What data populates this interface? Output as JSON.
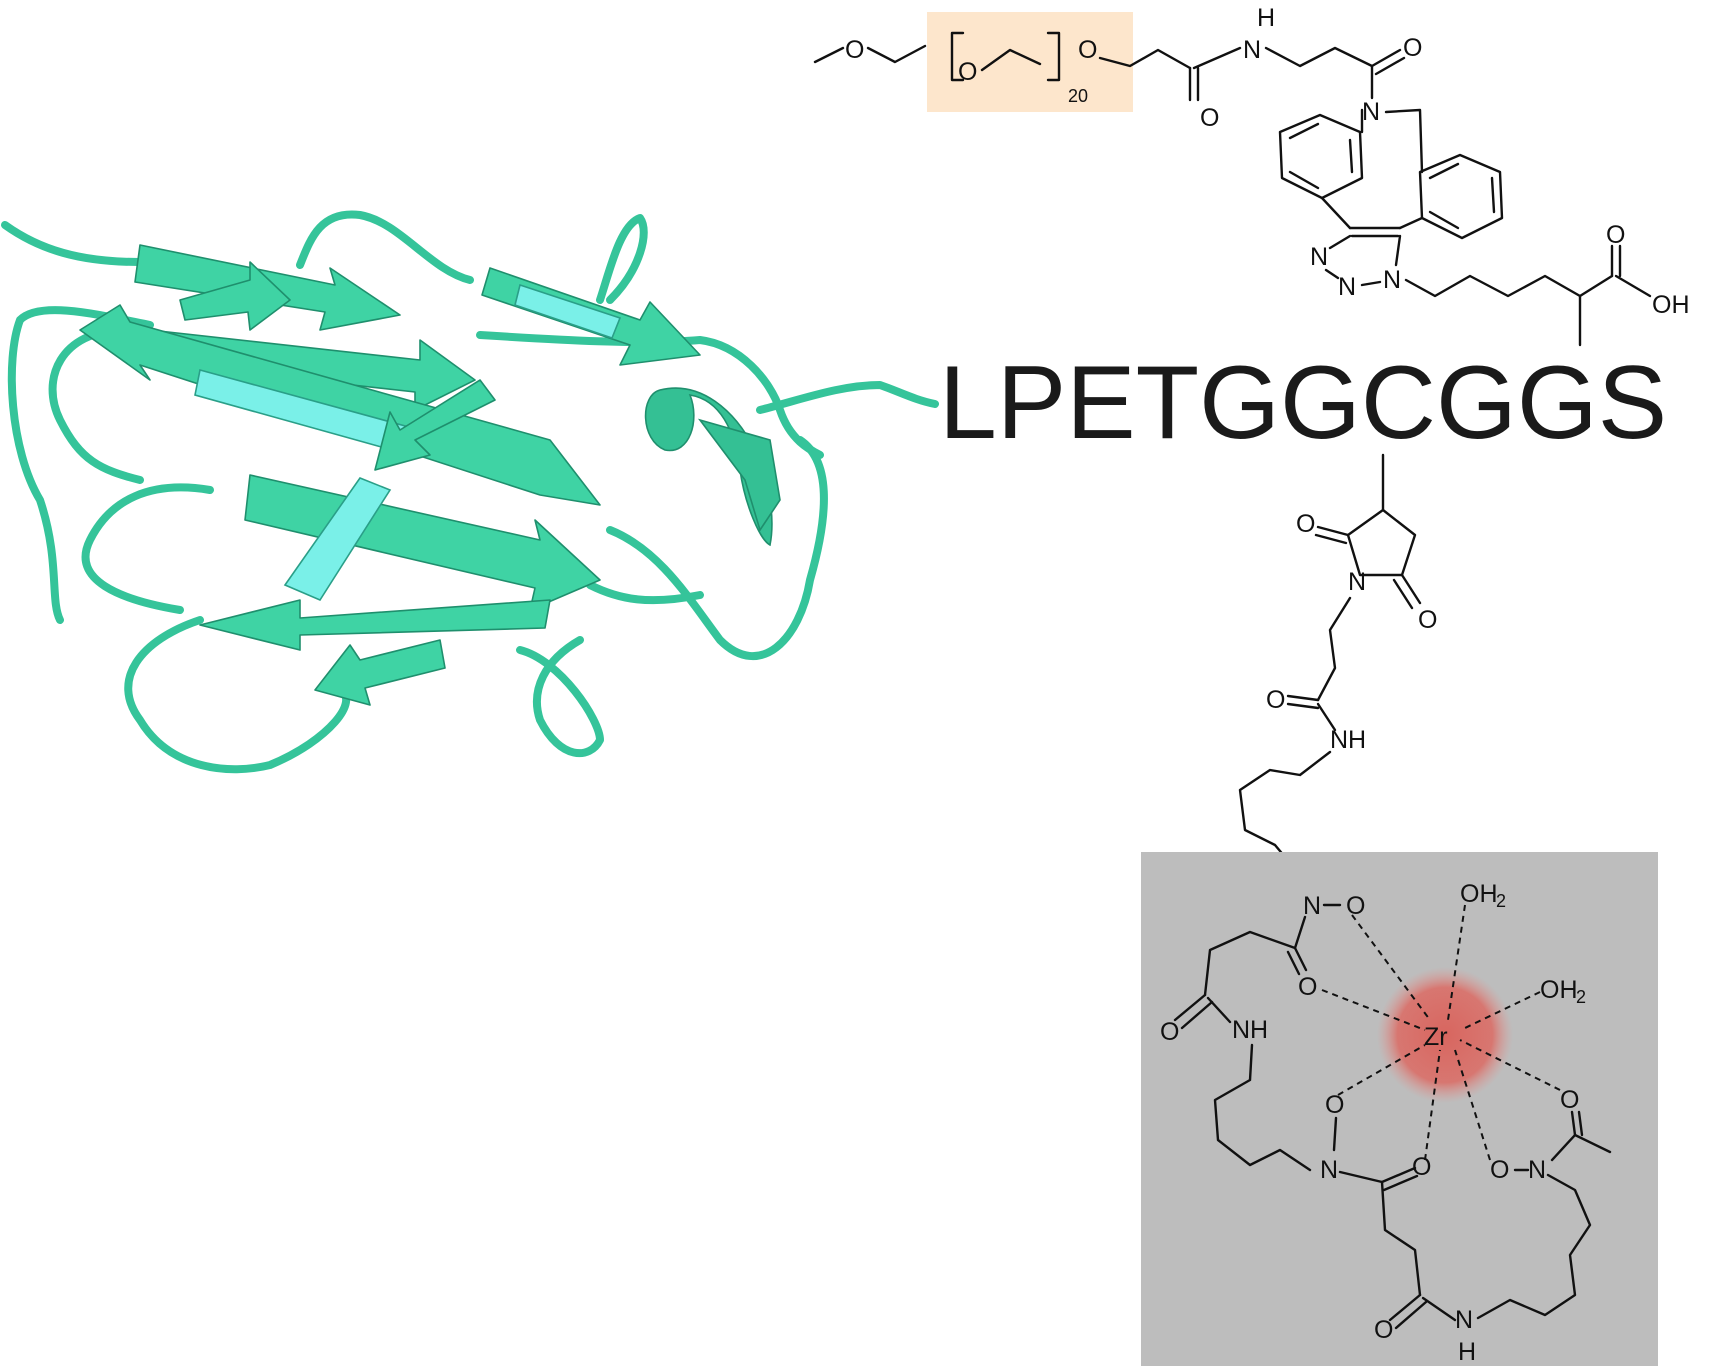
{
  "colors": {
    "protein": "#3fd3a4",
    "protein_highlight": "#7af0e8",
    "peg_highlight": "#fde6cc",
    "chelator_box": "#bdbdbd",
    "zr_glow": "#d9615a",
    "text": "#111111"
  },
  "peptide": {
    "sequence": "LPETGGCGGS"
  },
  "peg": {
    "repeat_count": "20"
  },
  "atoms": {
    "O": "O",
    "H": "H",
    "N": "N",
    "NH": "NH",
    "OH": "OH",
    "OH2": "OH",
    "H2": "2",
    "Zr": "Zr"
  }
}
